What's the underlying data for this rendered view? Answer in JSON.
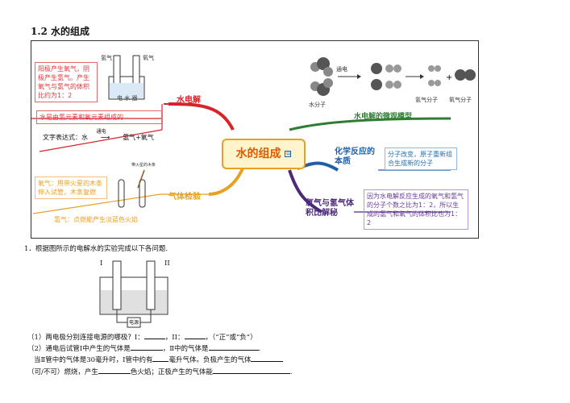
{
  "title": "1.2 水的组成",
  "mindmap": {
    "center": "水的组成",
    "electrolysis": {
      "node": "水电解",
      "apparatus_labels": [
        "氢气",
        "氧气"
      ],
      "apparatus_caption": "电 水 器",
      "desc": "阳极产生氧气，阴极产生氢气。产生氧气与氢气的体积比约为1：2",
      "composition": "水是由氢元素和氧元素组成的",
      "word_eq_prefix": "文字表达式：水",
      "word_eq_condition": "通电",
      "word_eq_result": "氢气+氧气"
    },
    "gas_test": {
      "node": "气体检验",
      "tube_label": "带火星的木条",
      "oxygen_test": "氧气：用带火星的木条伸入试管，木条复燃",
      "hydrogen_test": "氢气：点燃能产生淡蓝色火焰"
    },
    "micro": {
      "node": "水电解的微观模型",
      "condition": "通电",
      "water_label": "水分子",
      "h2_label": "氢气分子",
      "o2_label": "氧气分子"
    },
    "essence": {
      "node": "化学反应的本质",
      "desc": "分子改变，原子重新组合生成新的分子"
    },
    "volume": {
      "node": "氧气与氢气体积比解秘",
      "desc": "因为水电解反应生成的氧气和氢气的分子个数之比为1：2，所以生成的氢气和氧气的体积比也为1：2"
    }
  },
  "question": {
    "stem": "1．根据图所示的电解水的实验完成以下各问题.",
    "label_I": "I",
    "label_II": "II",
    "power_label": "电源",
    "q1_a": "（1）两电极分别连接电源的哪极？I：",
    "q1_b": "，II：",
    "q1_c": "，（“正”或“负”）",
    "q2_a": "（2）通电后试管Ⅰ中产生的气体是",
    "q2_b": "，Ⅱ中的气体是",
    "q2_c": ".",
    "q3_a": "当Ⅱ管中的气体是30毫升时，Ⅰ管中约有",
    "q3_b": "毫升气体。负极产生的气体",
    "q4_a": "（可/不可）燃烧，产生",
    "q4_b": "色火焰；正极产生的气体能",
    "q4_c": "."
  },
  "colors": {
    "red": "#d8232a",
    "orange": "#e8a020",
    "green": "#2e7d32",
    "blue": "#1f5fa5",
    "purple": "#4b2a7a"
  }
}
